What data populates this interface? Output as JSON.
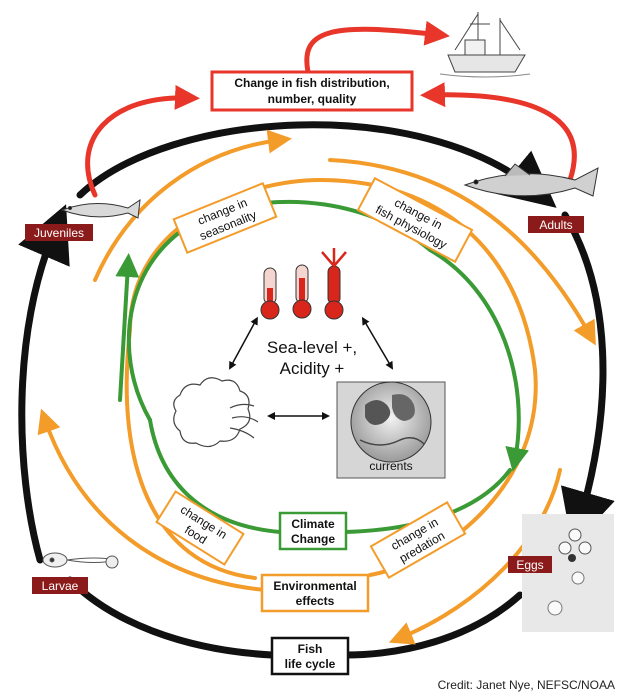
{
  "top_box": {
    "line1": "Change in fish distribution,",
    "line2": "number, quality"
  },
  "life_stages": {
    "juveniles": "Juveniles",
    "adults": "Adults",
    "eggs": "Eggs",
    "larvae": "Larvae"
  },
  "effects": {
    "seasonality": [
      "change in",
      "seasonality"
    ],
    "physiology": [
      "change in",
      "fish physiology"
    ],
    "food": [
      "change in",
      "food"
    ],
    "predation": [
      "change in",
      "predation"
    ]
  },
  "center": {
    "line1": "Sea-level +,",
    "line2": "Acidity +",
    "currents": "currents"
  },
  "boxes": {
    "climate": [
      "Climate",
      "Change"
    ],
    "environmental": [
      "Environmental",
      "effects"
    ],
    "lifecycle": [
      "Fish",
      "life cycle"
    ]
  },
  "credit": "Credit: Janet Nye, NEFSC/NOAA",
  "colors": {
    "black_cycle": "#111111",
    "orange_cycle": "#f39c2a",
    "green_cycle": "#3a9a35",
    "red_arrows": "#e8362a",
    "stage_label_bg": "#8b1a1a",
    "top_box_border": "#e8362a",
    "environmental_border": "#f39c2a",
    "climate_border": "#3a9a35"
  },
  "icons": [
    "thermometer-icon",
    "wind-icon",
    "globe-currents-icon",
    "fishing-boat-icon",
    "fish-icon",
    "eggs-icon",
    "larva-icon"
  ]
}
